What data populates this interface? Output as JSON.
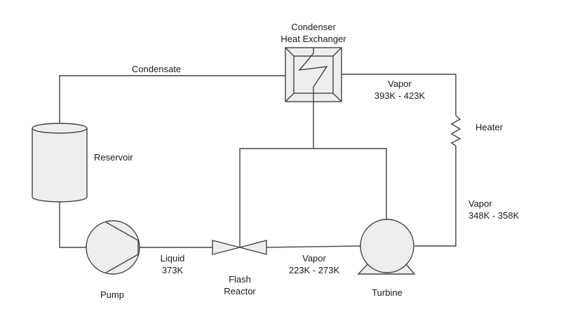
{
  "labels": {
    "condenser_line1": "Condenser",
    "condenser_line2": "Heat Exchanger",
    "condensate": "Condensate",
    "vapor_top_line1": "Vapor",
    "vapor_top_line2": "393K - 423K",
    "heater": "Heater",
    "reservoir": "Reservoir",
    "vapor_right_line1": "Vapor",
    "vapor_right_line2": "348K - 358K",
    "liquid_line1": "Liquid",
    "liquid_line2": "373K",
    "vapor_bottom_line1": "Vapor",
    "vapor_bottom_line2": "223K - 273K",
    "pump": "Pump",
    "flash_line1": "Flash",
    "flash_line2": "Reactor",
    "turbine": "Turbine"
  },
  "colors": {
    "stroke": "#424242",
    "fill": "#eeeeee",
    "text": "#1a1a1a"
  }
}
